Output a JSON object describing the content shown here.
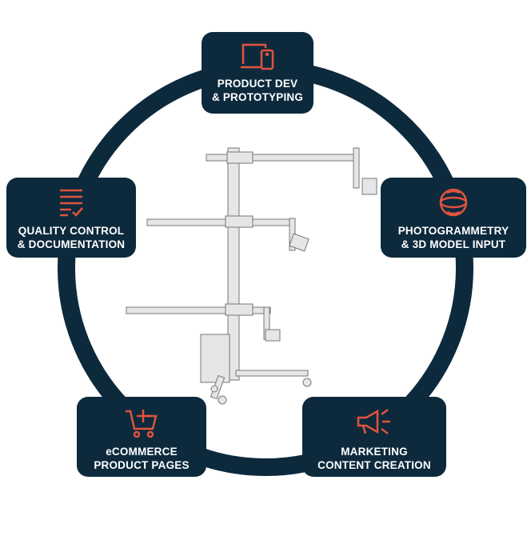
{
  "colors": {
    "navy": "#0d2a3d",
    "accent": "#e0533d"
  },
  "items": [
    {
      "icon": "devices-icon",
      "line1": "PRODUCT DEV",
      "line2": "& PROTOTYPING"
    },
    {
      "icon": "checklist-icon",
      "line1": "QUALITY CONTROL",
      "line2": "& DOCUMENTATION"
    },
    {
      "icon": "3d-sphere-icon",
      "line1": "PHOTOGRAMMETRY",
      "line2": "& 3D MODEL INPUT"
    },
    {
      "icon": "add-to-cart-icon",
      "line1": "eCOMMERCE",
      "line2": "PRODUCT PAGES"
    },
    {
      "icon": "megaphone-icon",
      "line1": "MARKETING",
      "line2": "CONTENT CREATION"
    }
  ]
}
